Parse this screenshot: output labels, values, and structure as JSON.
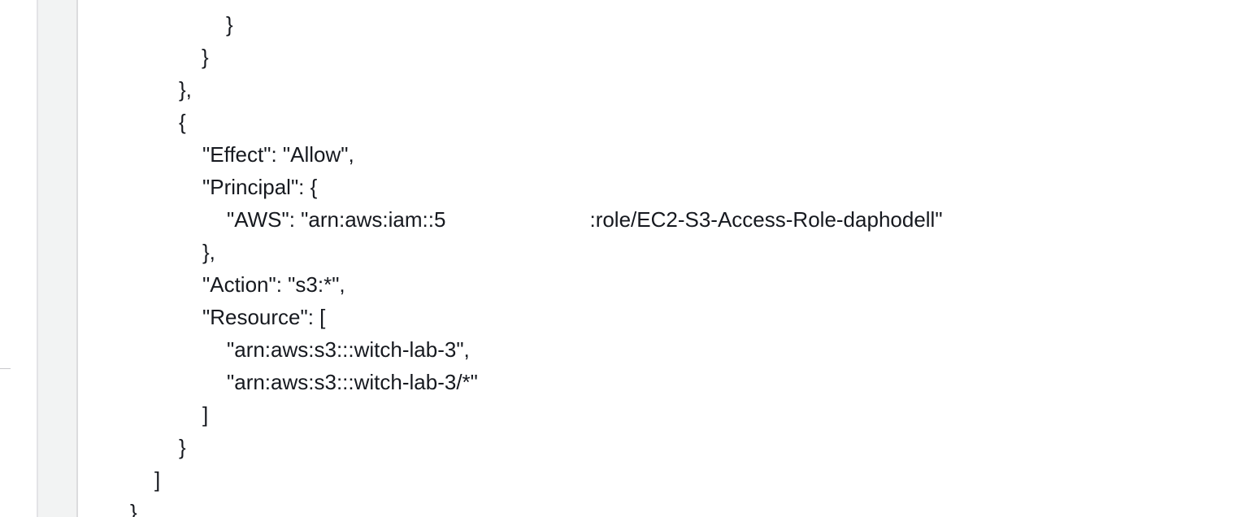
{
  "policy_editor": {
    "lines": [
      "}",
      "}",
      "},",
      "{",
      "\"Effect\": \"Allow\",",
      "\"Principal\": {",
      "\"AWS\": \"arn:aws:iam::5",
      ":role/EC2-S3-Access-Role-daphodell\"",
      "},",
      "\"Action\": \"s3:*\",",
      "\"Resource\": [",
      "\"arn:aws:s3:::witch-lab-3\",",
      "\"arn:aws:s3:::witch-lab-3/*\"",
      "]",
      "}",
      "]",
      "}"
    ]
  }
}
